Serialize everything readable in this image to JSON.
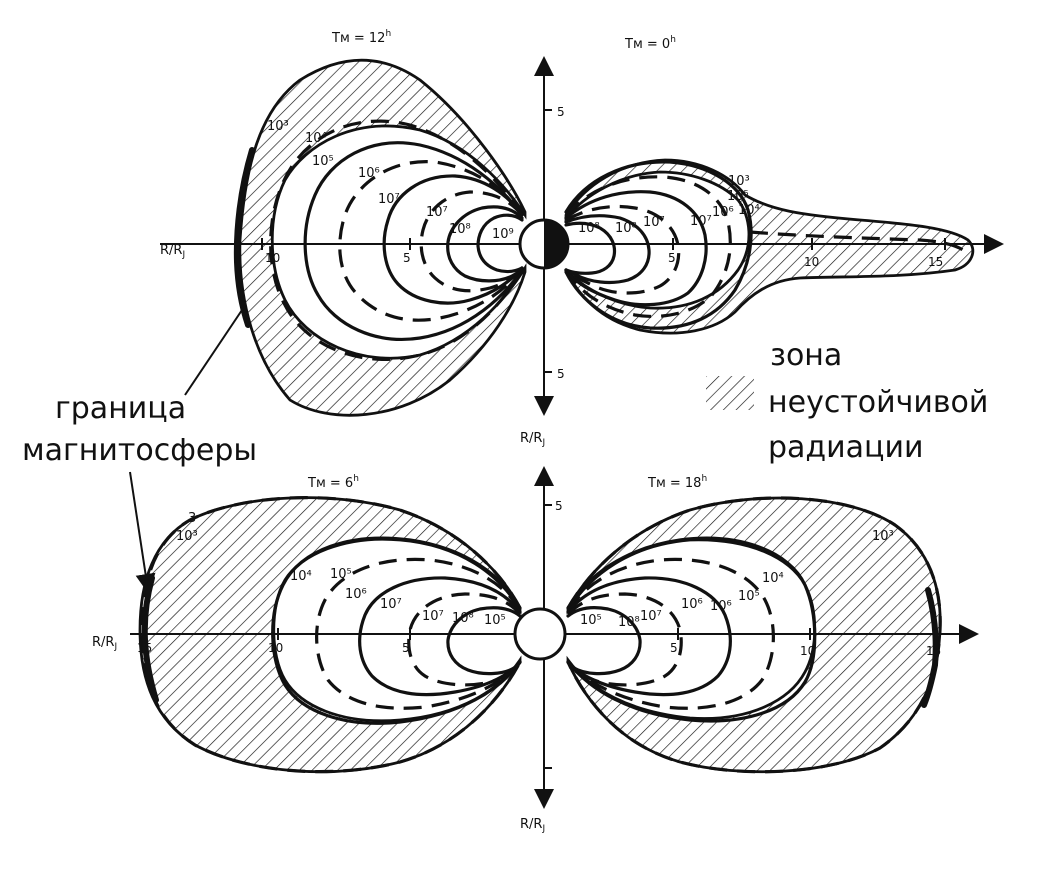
{
  "panels": {
    "top": {
      "left_time": "Tм = 12",
      "left_time_sup": "h",
      "right_time": "Tм = 0",
      "right_time_sup": "h",
      "axis_label_x": "R/R",
      "axis_label_x_sub": "J",
      "axis_label_y": "R/R",
      "axis_label_y_sub": "J",
      "y_ticks": [
        "5",
        "5"
      ],
      "left_x_ticks": [
        "10",
        "5"
      ],
      "right_x_ticks": [
        "5",
        "10",
        "15"
      ],
      "left_contours": [
        "10³",
        "10⁴",
        "10⁵",
        "10⁶",
        "10⁷",
        "10⁷",
        "10⁸",
        "10⁹"
      ],
      "right_contours": [
        "10⁸",
        "10⁸",
        "10⁷",
        "10⁷",
        "10⁶",
        "10³",
        "10⁵",
        "10⁴"
      ]
    },
    "bottom": {
      "left_time": "Tм = 6",
      "left_time_sup": "h",
      "right_time": "Tм = 18",
      "right_time_sup": "h",
      "axis_label_x": "R/R",
      "axis_label_x_sub": "J",
      "axis_label_y": "R/R",
      "axis_label_y_sub": "J",
      "y_ticks": [
        "5"
      ],
      "left_x_ticks": [
        "15",
        "10",
        "5"
      ],
      "right_x_ticks": [
        "5",
        "10",
        "15"
      ],
      "left_contours": [
        "3",
        "10³",
        "10⁴",
        "10⁵",
        "10⁶",
        "10⁷",
        "10⁷",
        "10⁸",
        "10⁵"
      ],
      "right_contours": [
        "10³",
        "10⁴",
        "10⁵",
        "10⁶",
        "10⁶",
        "10⁷",
        "10⁸",
        "10⁵"
      ]
    }
  },
  "legend": {
    "line1": "зона",
    "line2": "неустойчивой",
    "line3": "радиации"
  },
  "boundary_label": {
    "line1": "граница",
    "line2": "магнитосферы"
  }
}
